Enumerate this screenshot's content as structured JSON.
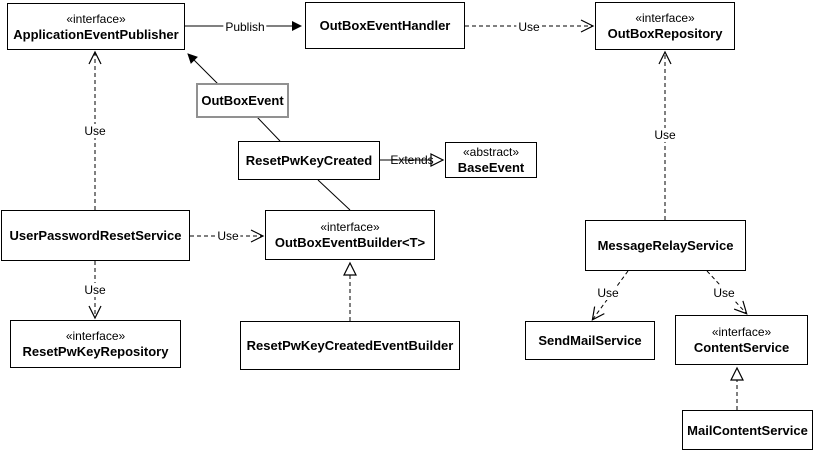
{
  "diagram_type": "uml-class-diagram",
  "colors": {
    "background": "#ffffff",
    "line": "#000000",
    "text": "#000000",
    "outbox_event_border": "#919191"
  },
  "nodes": {
    "application_event_publisher": {
      "stereotype": "«interface»",
      "name": "ApplicationEventPublisher"
    },
    "outbox_event_handler": {
      "name": "OutBoxEventHandler"
    },
    "outbox_repository": {
      "stereotype": "«interface»",
      "name": "OutBoxRepository"
    },
    "outbox_event": {
      "name": "OutBoxEvent"
    },
    "reset_pw_key_created": {
      "name": "ResetPwKeyCreated"
    },
    "base_event": {
      "stereotype": "«abstract»",
      "name": "BaseEvent"
    },
    "user_password_reset_service": {
      "name": "UserPasswordResetService"
    },
    "outbox_event_builder": {
      "stereotype": "«interface»",
      "name": "OutBoxEventBuilder<T>"
    },
    "reset_pw_key_repository": {
      "stereotype": "«interface»",
      "name": "ResetPwKeyRepository"
    },
    "reset_pw_key_created_event_builder": {
      "name": "ResetPwKeyCreatedEventBuilder"
    },
    "message_relay_service": {
      "name": "MessageRelayService"
    },
    "send_mail_service": {
      "name": "SendMailService"
    },
    "content_service": {
      "stereotype": "«interface»",
      "name": "ContentService"
    },
    "mail_content_service": {
      "name": "MailContentService"
    }
  },
  "edge_labels": {
    "publish": "Publish",
    "handler_uses_repository": "Use",
    "service_uses_publisher": "Use",
    "service_uses_builder": "Use",
    "service_uses_key_repository": "Use",
    "relay_uses_repository": "Use",
    "relay_uses_sendmail": "Use",
    "relay_uses_content": "Use",
    "extends": "Extends"
  }
}
